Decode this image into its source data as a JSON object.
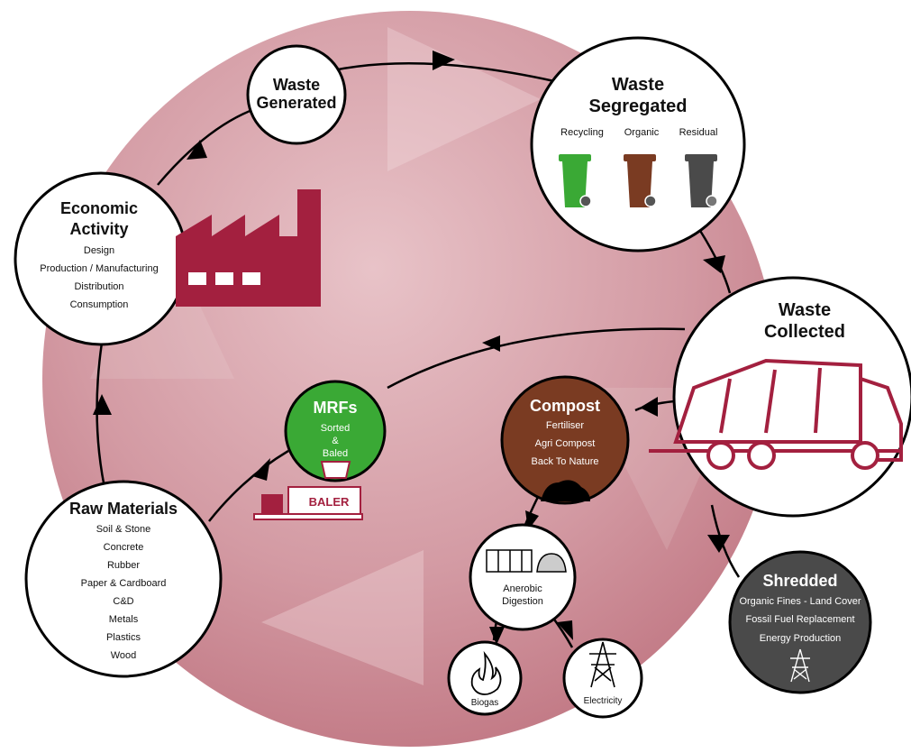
{
  "waste_generated": {
    "line1": "Waste",
    "line2": "Generated"
  },
  "waste_segregated": {
    "line1": "Waste",
    "line2": "Segregated",
    "bins": [
      {
        "label": "Recycling",
        "color": "#3aa935"
      },
      {
        "label": "Organic",
        "color": "#7a3b22"
      },
      {
        "label": "Residual",
        "color": "#4a4a4a"
      }
    ]
  },
  "waste_collected": {
    "line1": "Waste",
    "line2": "Collected"
  },
  "economic_activity": {
    "line1": "Economic",
    "line2": "Activity",
    "items": [
      "Design",
      "Production / Manufacturing",
      "Distribution",
      "Consumption"
    ]
  },
  "raw_materials": {
    "title": "Raw Materials",
    "items": [
      "Soil & Stone",
      "Concrete",
      "Rubber",
      "Paper & Cardboard",
      "C&D",
      "Metals",
      "Plastics",
      "Wood"
    ]
  },
  "mrfs": {
    "title": "MRFs",
    "items": [
      "Sorted",
      "&",
      "Baled"
    ],
    "baler_label": "BALER"
  },
  "compost": {
    "title": "Compost",
    "items": [
      "Fertiliser",
      "Agri Compost",
      "Back To Nature"
    ]
  },
  "anaerobic": {
    "line1": "Anerobic",
    "line2": "Digestion"
  },
  "biogas": {
    "label": "Biogas"
  },
  "electricity": {
    "label": "Electricity"
  },
  "shredded": {
    "title": "Shredded",
    "items": [
      "Organic Fines - Land Cover",
      "Fossil Fuel Replacement",
      "Energy Production"
    ]
  },
  "colors": {
    "background_circle": "#c98f98",
    "maroon": "#a3203f",
    "compost": "#7a3b22",
    "mrfs": "#3aa935",
    "shredded": "#4a4a4a"
  }
}
